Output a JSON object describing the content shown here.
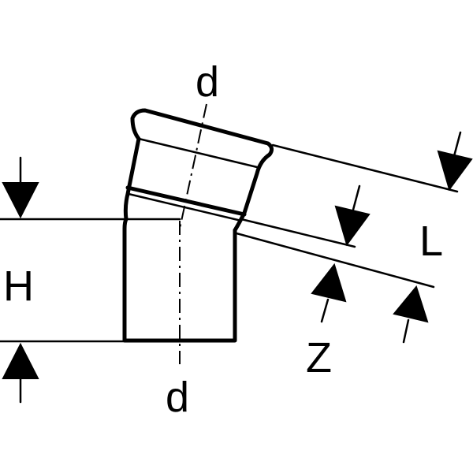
{
  "diagram": {
    "labels": {
      "d_top": "d",
      "d_bottom": "d",
      "height": "H",
      "length": "L",
      "offset": "Z"
    }
  }
}
